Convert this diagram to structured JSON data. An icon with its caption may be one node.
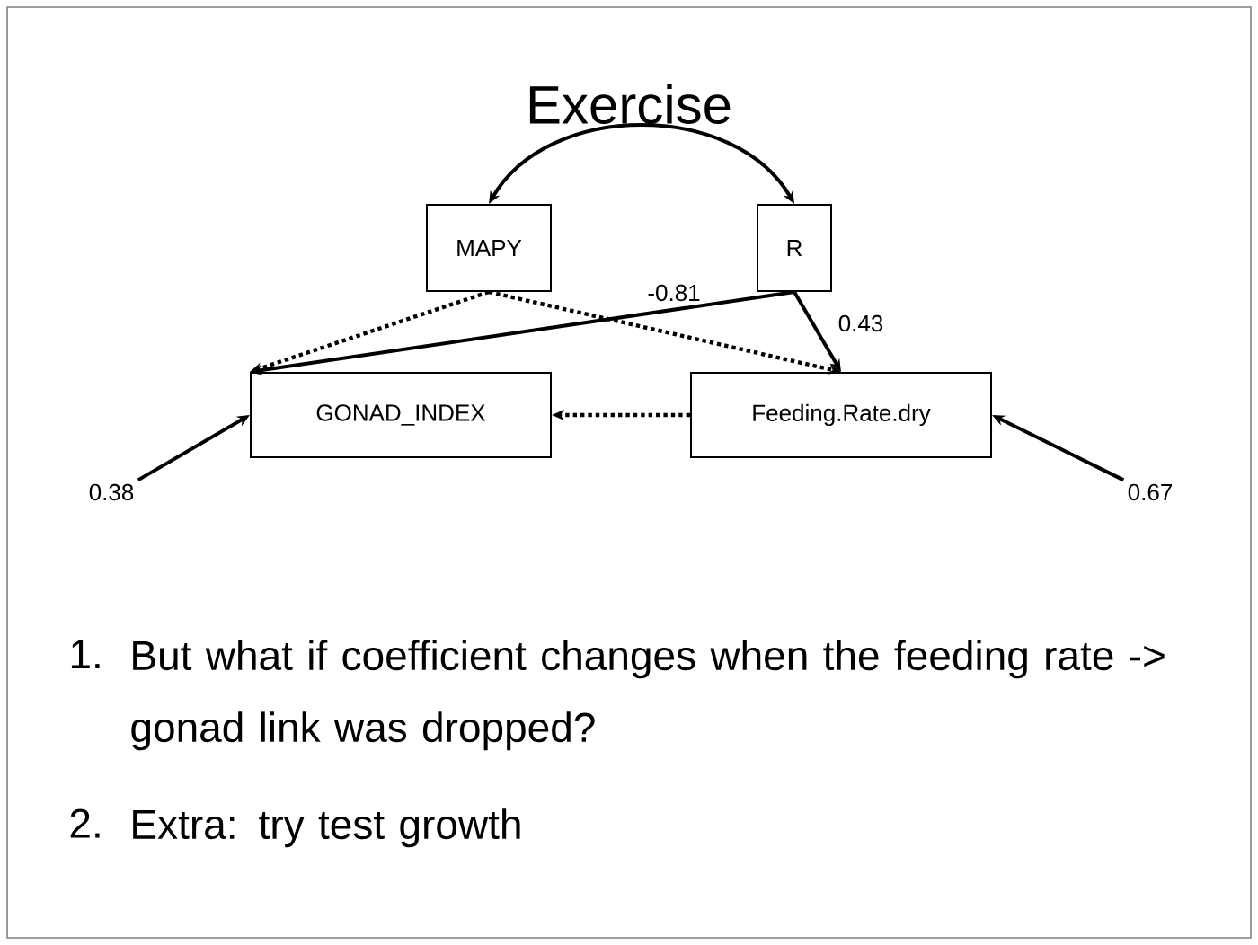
{
  "diagram": {
    "title": "Exercise",
    "nodes": [
      {
        "text": [
          "MAPY"
        ]
      },
      {
        "text": [
          "R"
        ]
      },
      {
        "text": [
          "GONAD_INDEX"
        ]
      },
      {
        "text": [
          "Feeding.Rate.dry"
        ]
      },
      {
        "text": [
          "0.38"
        ]
      },
      {
        "text": [
          "0.67"
        ]
      }
    ],
    "edges": [
      {
        "from": 0,
        "to": 1,
        "arrow": "both"
      },
      {
        "from": 0,
        "to": 2,
        "arrow": "to",
        "style": "dashed"
      },
      {
        "from": 0,
        "to": 3,
        "arrow": "to",
        "style": "dashed"
      },
      {
        "from": 1,
        "to": 2,
        "arrow": "to",
        "label": "-0.81"
      },
      {
        "from": 1,
        "to": 3,
        "arrow": "to",
        "label": "0.43"
      },
      {
        "from": 3,
        "to": 2,
        "arrow": "to",
        "style": "dashed"
      },
      {
        "from": 4,
        "to": 2,
        "arrow": "to"
      },
      {
        "from": 5,
        "to": 3,
        "arrow": "to"
      }
    ],
    "labels": [
      "1.",
      "But what if coefficient changes when the feeding rate -> gonad link was dropped?",
      "2.",
      "Extra: try test growth"
    ]
  }
}
